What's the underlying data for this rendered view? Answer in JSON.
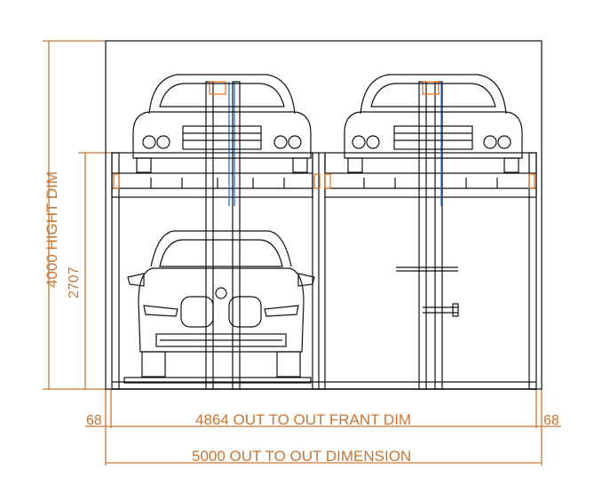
{
  "colors": {
    "dimension": "#c87533",
    "structure": "#111111",
    "accent_blue": "#2a6fd6",
    "accent_orange": "#e0782a"
  },
  "dimensions": {
    "height_total": "4000 HIGHT DIM",
    "height_lower": "2707",
    "left_offset": "68",
    "right_offset": "68",
    "front_width": "4864 OUT TO OUT FRANT DIM",
    "total_width": "5000 OUT TO OUT DIMENSION"
  }
}
